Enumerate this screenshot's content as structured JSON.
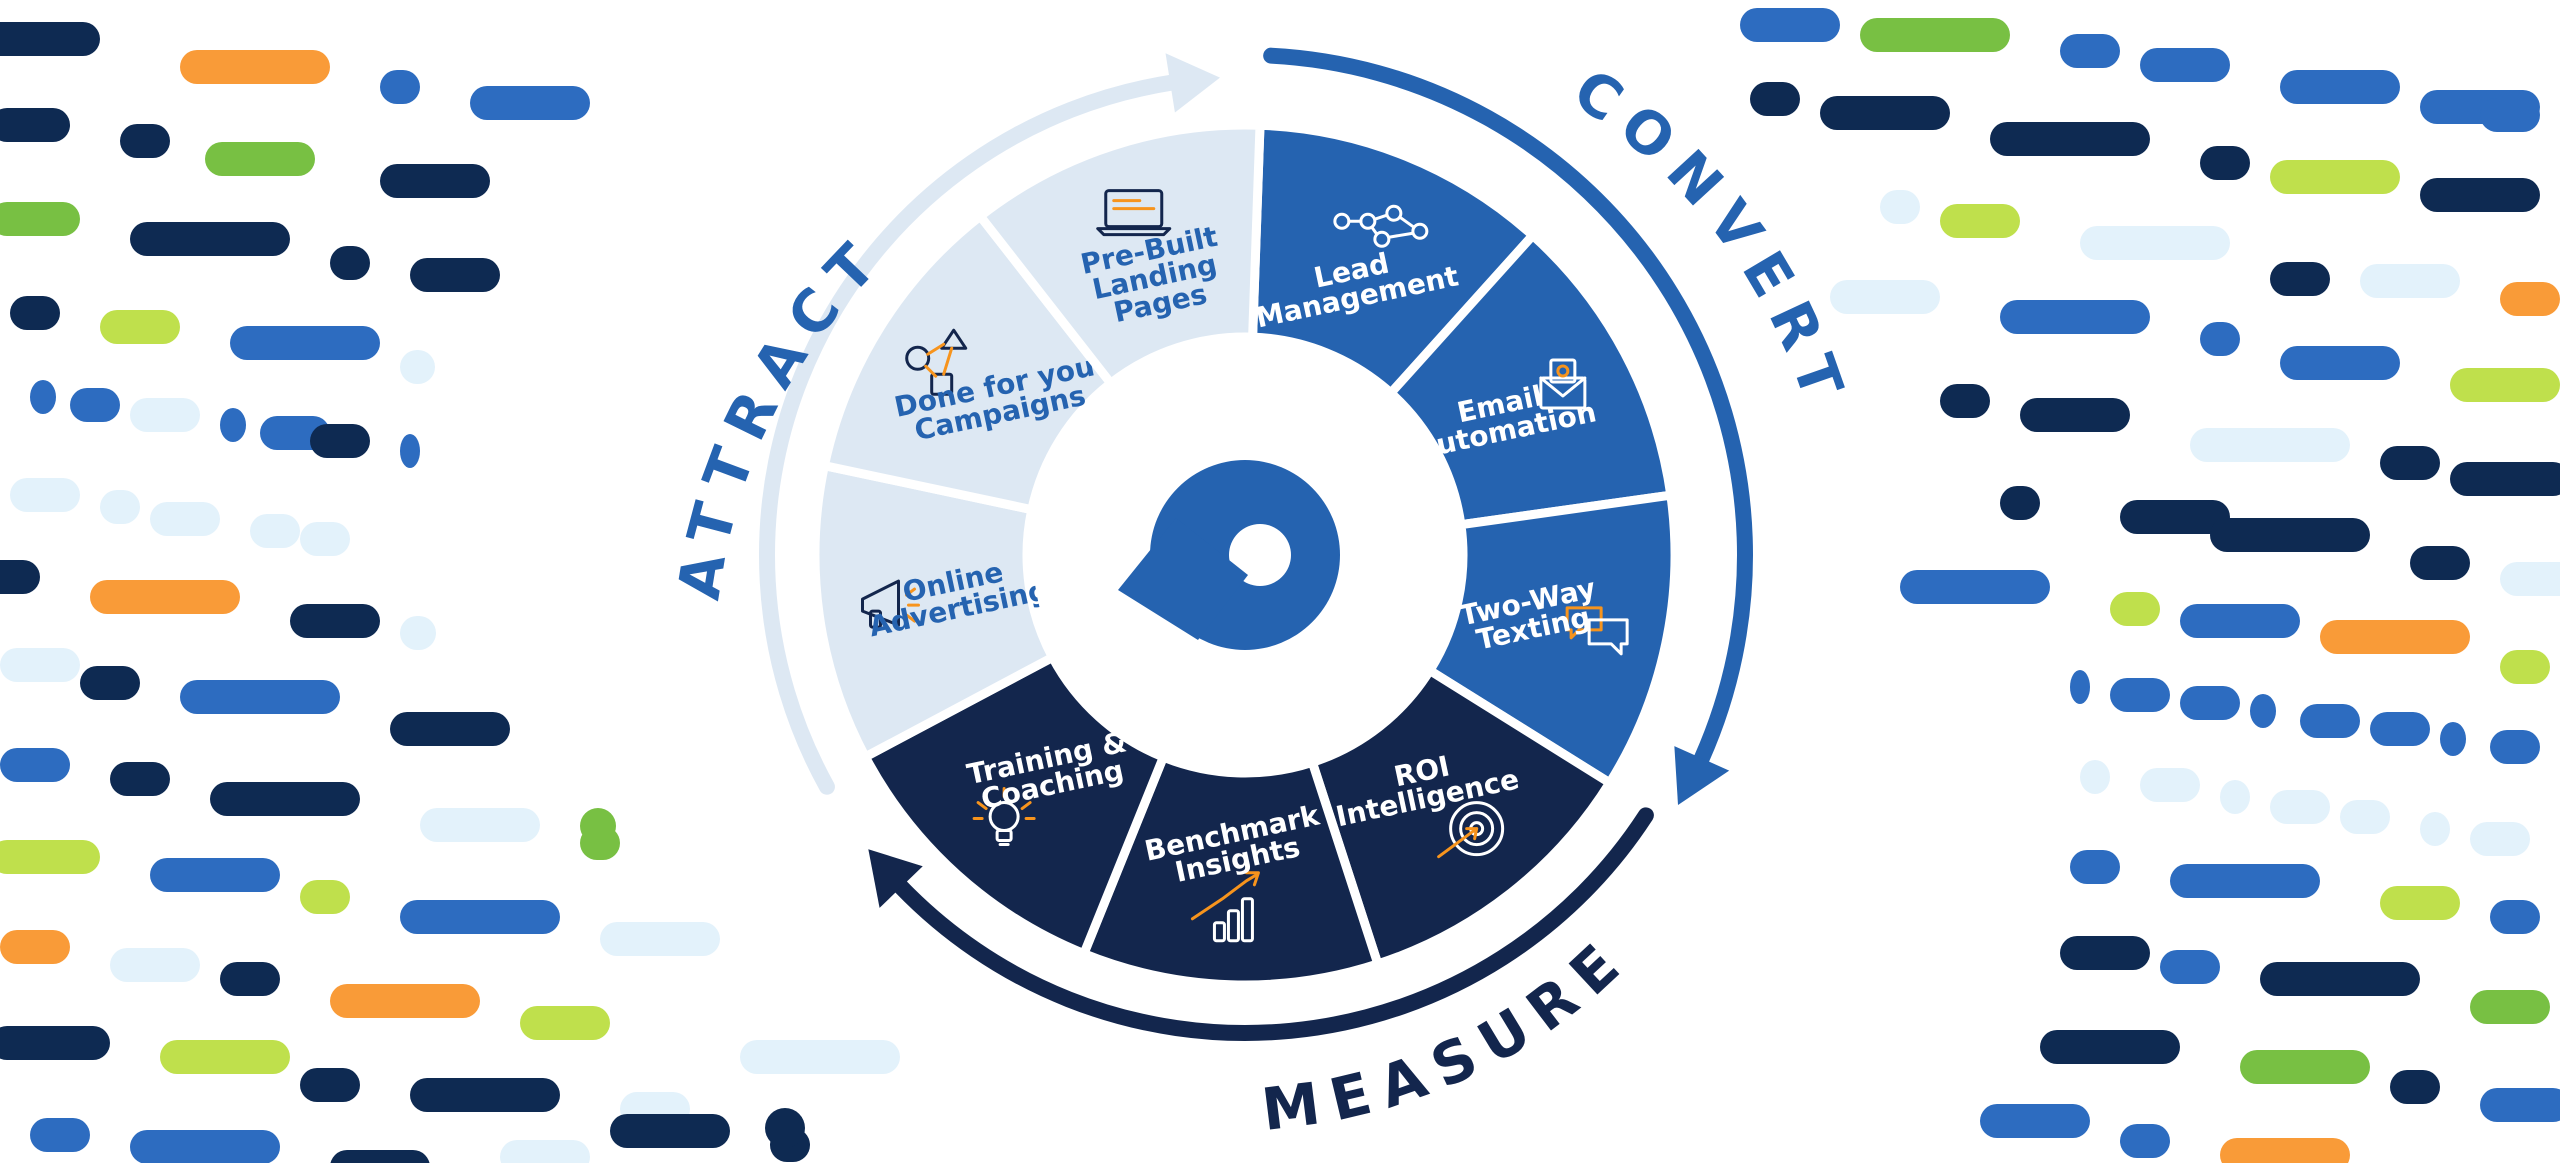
{
  "colors": {
    "light_segment": "#dde8f3",
    "mid_segment": "#2563b0",
    "dark_segment": "#13264d",
    "light_text": "#2563b0",
    "dark_text": "#ffffff",
    "accent": "#f7941d",
    "dash_palette": [
      "#0e2a52",
      "#2d6cc0",
      "#f99b38",
      "#78c043",
      "#bfe04c",
      "#e3f2fb"
    ]
  },
  "ring_labels": {
    "attract": "ATTRACT",
    "convert": "CONVERT",
    "measure": "MEASURE"
  },
  "segments": [
    {
      "id": "lead-management",
      "group": "convert",
      "icon": "workflow-nodes-icon",
      "lines": [
        "Lead",
        "Management"
      ]
    },
    {
      "id": "email-automation",
      "group": "convert",
      "icon": "email-envelope-icon",
      "lines": [
        "Email",
        "Automation"
      ]
    },
    {
      "id": "two-way-texting",
      "group": "convert",
      "icon": "chat-bubbles-icon",
      "lines": [
        "Two-Way",
        "Texting"
      ]
    },
    {
      "id": "roi-intelligence",
      "group": "measure",
      "icon": "target-arrow-icon",
      "lines": [
        "ROI",
        "Intelligence"
      ]
    },
    {
      "id": "benchmark-insights",
      "group": "measure",
      "icon": "bar-chart-trend-icon",
      "lines": [
        "Benchmark",
        "Insights"
      ]
    },
    {
      "id": "training-coaching",
      "group": "measure",
      "icon": "lightbulb-icon",
      "lines": [
        "Training &",
        "Coaching"
      ]
    },
    {
      "id": "online-advertising",
      "group": "attract",
      "icon": "megaphone-icon",
      "lines": [
        "Online",
        "Advertising"
      ]
    },
    {
      "id": "done-for-you-campaigns",
      "group": "attract",
      "icon": "shapes-network-icon",
      "lines": [
        "Done for you",
        "Campaigns"
      ]
    },
    {
      "id": "pre-built-landing-pages",
      "group": "attract",
      "icon": "laptop-icon",
      "lines": [
        "Pre-Built",
        "Landing",
        "Pages"
      ]
    }
  ],
  "center_logo": "brand-logo-icon"
}
